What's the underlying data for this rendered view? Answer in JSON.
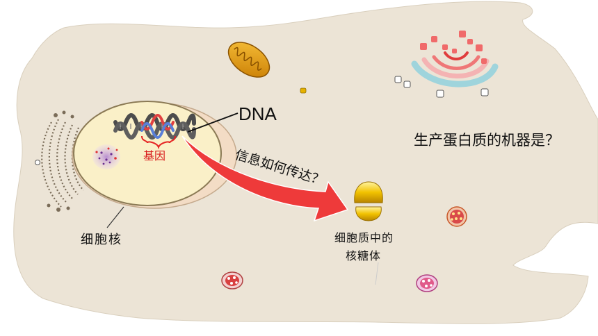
{
  "labels": {
    "dna": "DNA",
    "gene": "基因",
    "question": "生产蛋白质的机器是？",
    "info_transfer": "信息如何传达？",
    "nucleus": "细胞核",
    "ribosome_line1": "细胞质中的",
    "ribosome_line2": "核糖体"
  },
  "colors": {
    "cytoplasm": "#ece4d6",
    "nucleus_fill": "#faf0c8",
    "arrow": "#ee3a3a",
    "gene_brace": "#e52222",
    "ribosome": "#f2c200",
    "mitochondrion": "#e59a00"
  }
}
